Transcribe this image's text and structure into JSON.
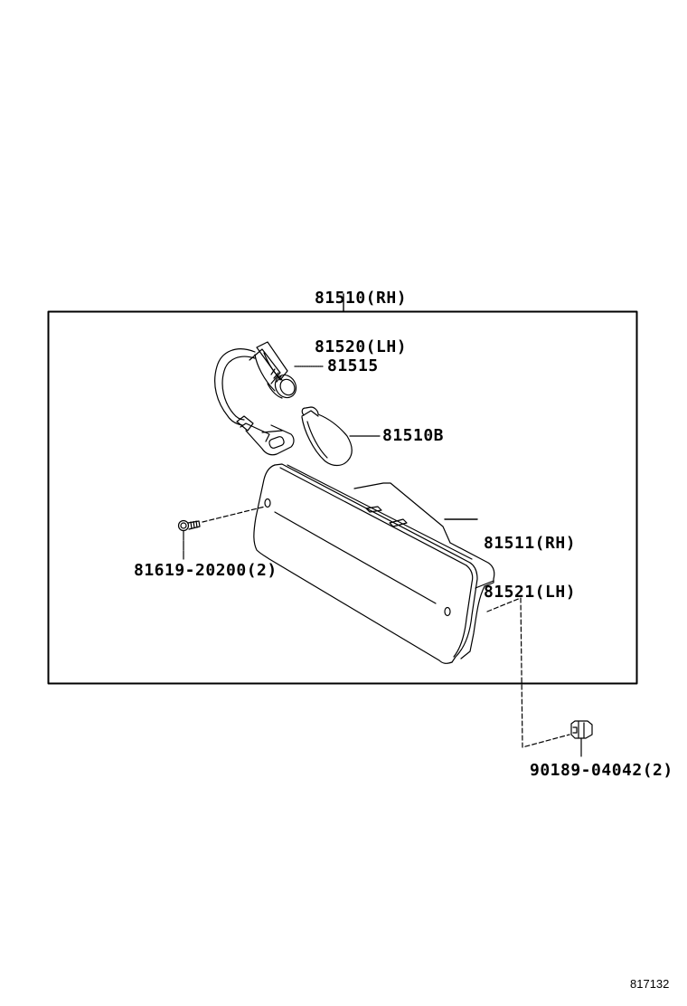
{
  "diagram": {
    "type": "exploded-parts-diagram",
    "figure_number": "817132",
    "assembly": {
      "callout_lines": [
        "81510(RH)",
        "81520(LH)"
      ]
    },
    "parts": [
      {
        "id": "socket",
        "callout": "81515",
        "description_icon": "bulb-socket-with-wire-harness-icon"
      },
      {
        "id": "bulb",
        "callout": "81510B",
        "description_icon": "bulb-icon"
      },
      {
        "id": "lens",
        "callout_lines": [
          "81511(RH)",
          "81521(LH)"
        ],
        "description_icon": "lamp-lens-housing-icon"
      },
      {
        "id": "screw",
        "callout": "81619-20200(2)",
        "description_icon": "screw-icon"
      },
      {
        "id": "clip",
        "callout": "90189-04042(2)",
        "description_icon": "clip-nut-icon"
      }
    ],
    "colors": {
      "line": "#000000",
      "background": "#ffffff"
    }
  }
}
